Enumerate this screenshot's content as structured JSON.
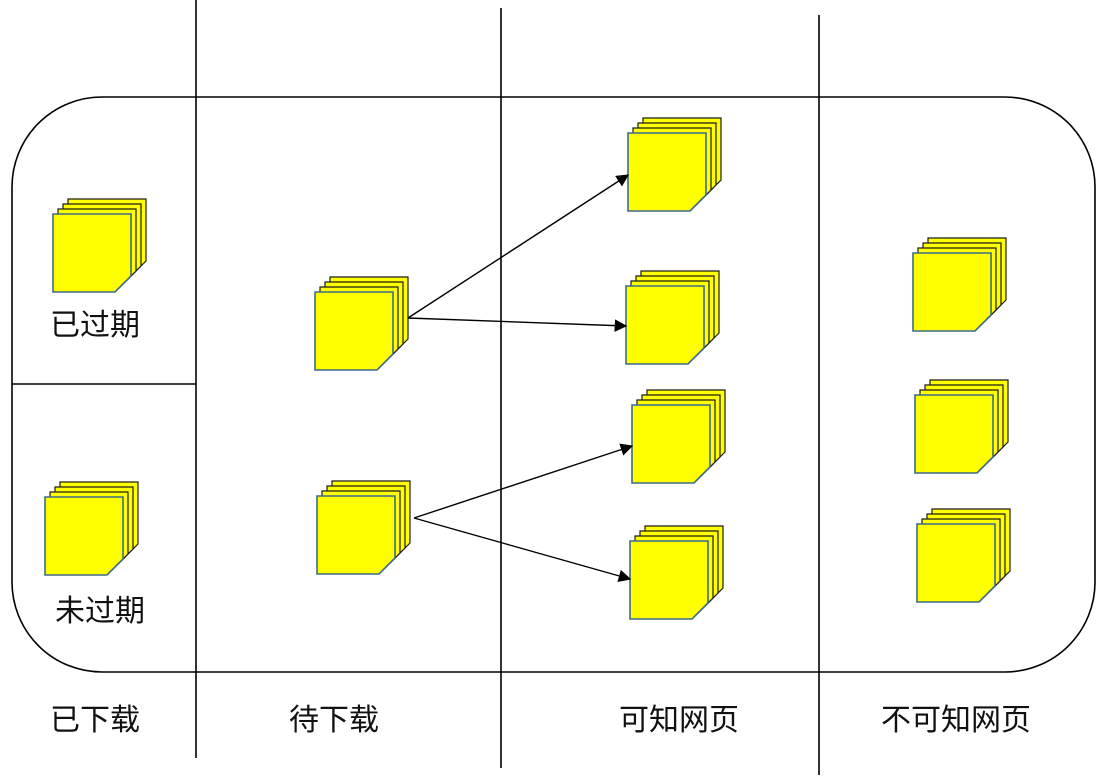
{
  "colors": {
    "page_fill": "#FFFF00",
    "page_stroke": "#3d6a8a",
    "page_shadow": "#1c1c1c",
    "line": "#000000"
  },
  "sections": {
    "downloaded": "已下载",
    "to_download": "待下载",
    "known": "可知网页",
    "unknown": "不可知网页"
  },
  "sublabels": {
    "expired": "已过期",
    "not_expired": "未过期"
  },
  "icons": {
    "page_stack": "page-stack-icon"
  }
}
